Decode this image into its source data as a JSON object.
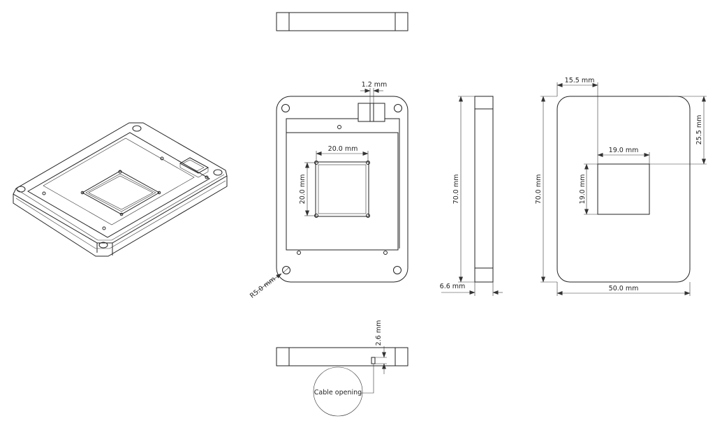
{
  "dimensions": {
    "slot_width": "1.2 mm",
    "window_width": "20.0 mm",
    "window_height": "20.0 mm",
    "corner_radius": "R5.0 mm",
    "side_height": "70.0 mm",
    "side_thickness": "6.6 mm",
    "offset_x": "15.5 mm",
    "offset_y": "25.5 mm",
    "opening_width": "19.0 mm",
    "opening_height": "19.0 mm",
    "back_height": "70.0 mm",
    "back_width": "50.0 mm",
    "cable_slot_height": "2.6 mm"
  },
  "callouts": {
    "cable_opening": "Cable opening"
  }
}
